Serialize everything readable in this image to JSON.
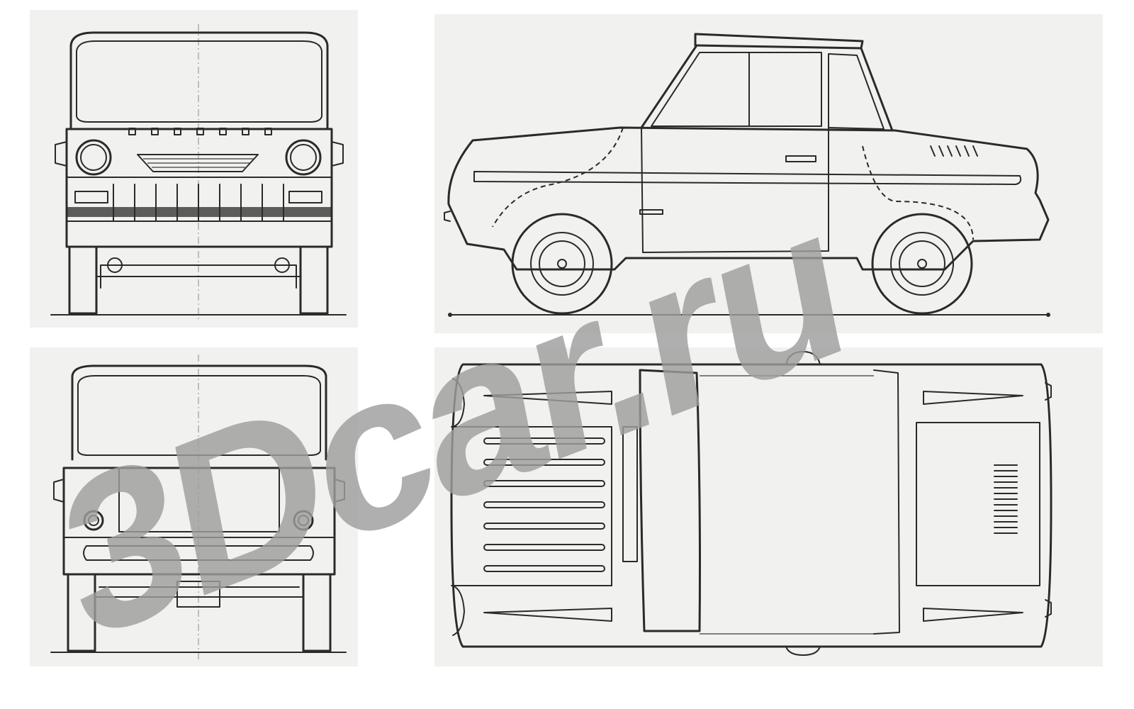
{
  "watermark": {
    "text": "3Dcar.ru",
    "color": "#9e9e9e",
    "opacity": 0.82
  },
  "views": [
    {
      "name": "front-view"
    },
    {
      "name": "rear-view"
    },
    {
      "name": "side-view"
    },
    {
      "name": "top-view"
    }
  ],
  "colors": {
    "ink": "#2a2a2a",
    "paper": "#f1f1ef"
  }
}
